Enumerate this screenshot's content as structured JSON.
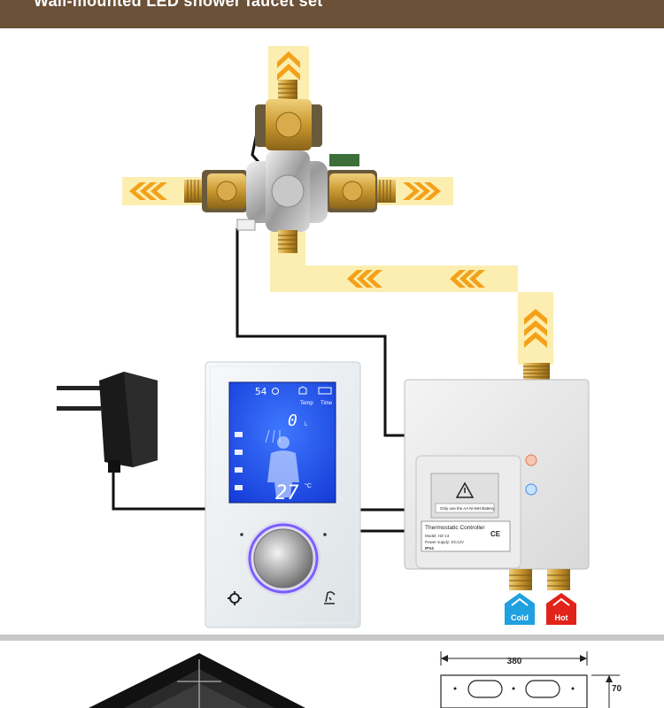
{
  "banner": {
    "title": "Wall-mounted LED shower faucet set"
  },
  "display": {
    "clock_value": "54",
    "temp_label": "Temp",
    "time_label": "Time",
    "timer_value": "0",
    "timer_unit": "L",
    "temperature": "27",
    "temperature_unit": "°C"
  },
  "controller": {
    "warning_text": "Only use the AA Ni-MH Battery",
    "label_title": "Thermostatic Controller",
    "model": "Model: HZ-13",
    "power_supply": "Power supply: DC12V",
    "ip_rating": "IPX4",
    "cert_marks": "CE"
  },
  "inlets": {
    "cold_label": "Cold",
    "hot_label": "Hot"
  },
  "dimensions": {
    "width": "380",
    "height": "70"
  },
  "colors": {
    "banner": "#6b5138",
    "flow_pipe": "#fbeeb0",
    "arrow": "#f4a11a",
    "screen": "#1f57ff",
    "cold": "#1fa0e0",
    "hot": "#e2231a"
  }
}
